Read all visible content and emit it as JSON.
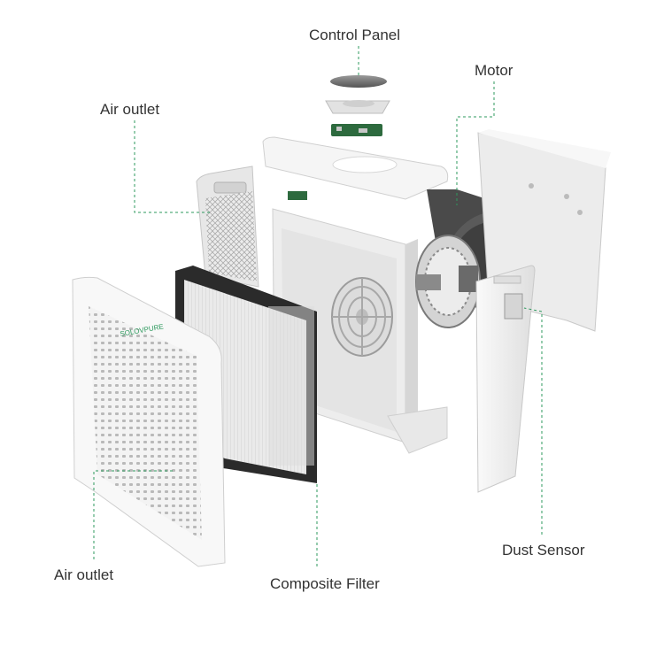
{
  "labels": {
    "control_panel": "Control Panel",
    "motor": "Motor",
    "air_outlet_top": "Air outlet",
    "air_outlet_bottom": "Air outlet",
    "composite_filter": "Composite Filter",
    "dust_sensor": "Dust Sensor"
  },
  "brand_mark": "SOLOVPURE",
  "colors": {
    "leader": "#2e9a5e",
    "label_text": "#333333",
    "body_white": "#f1f1f1",
    "filter_frame": "#2b2b2b",
    "filter_media": "#e9e9e9",
    "fan_dark": "#4a4a4a",
    "pcb_green": "#2d6a3e"
  }
}
